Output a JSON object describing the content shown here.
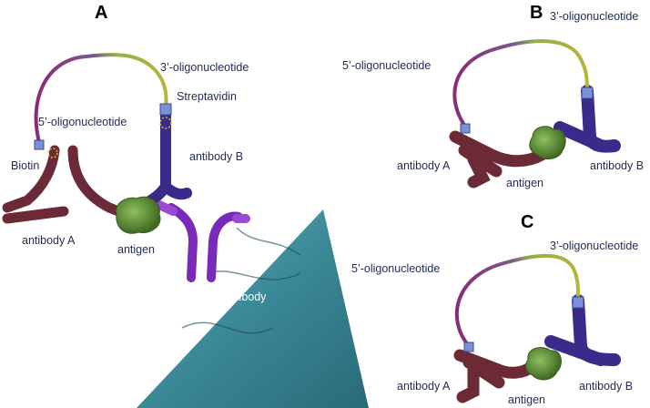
{
  "panels": {
    "a": {
      "letter": "A",
      "labels": {
        "oligo_3": "3’-oligonucleotide",
        "oligo_5": "5’-oligonucleotide",
        "streptavidin": "Streptavidin",
        "biotin": "Biotin",
        "antibody_a": "antibody A",
        "antibody_b": "antibody B",
        "antigen": "antigen",
        "capture_antibody": "capture antibody"
      }
    },
    "b": {
      "letter": "B",
      "labels": {
        "oligo_3": "3’-oligonucleotide",
        "oligo_5": "5’-oligonucleotide",
        "antibody_a": "antibody A",
        "antibody_b": "antibody B",
        "antigen": "antigen"
      }
    },
    "c": {
      "letter": "C",
      "labels": {
        "oligo_3": "3’-oligonucleotide",
        "oligo_5": "5’-oligonucleotide",
        "antibody_a": "antibody A",
        "antibody_b": "antibody B",
        "antigen": "antigen"
      }
    }
  },
  "colors": {
    "antibody_a": "#6b2a35",
    "antibody_b": "#3a2a8a",
    "capture_antibody": "#7a2ab8",
    "antigen": "#4f7a2a",
    "surface": "#3d8c9a",
    "oligo_5": "#8a3a7a",
    "oligo_3": "#a8b43a"
  }
}
